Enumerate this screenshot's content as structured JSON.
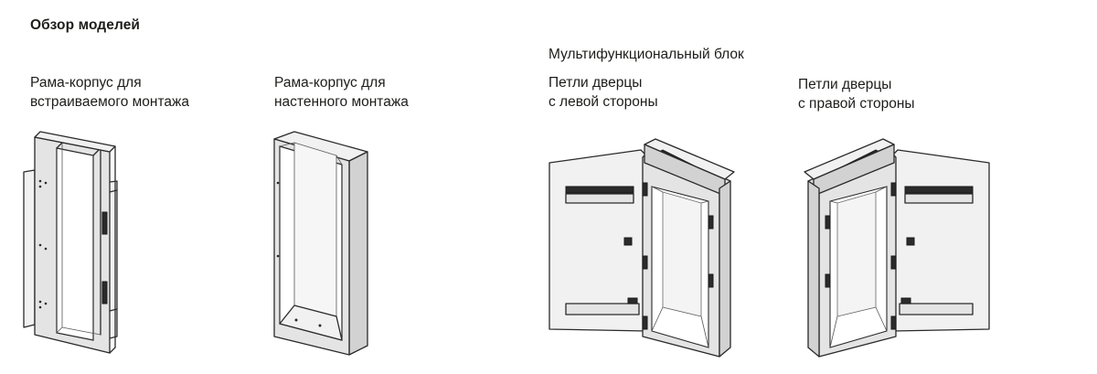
{
  "overview": {
    "title": "Обзор моделей",
    "group_label": "Мультифункциональный блок"
  },
  "models": [
    {
      "line1": "Рама-корпус для",
      "line2": "встраиваемого монтажа"
    },
    {
      "line1": "Рама-корпус для",
      "line2": "настенного монтажа"
    },
    {
      "line1": "Петли дверцы",
      "line2": "с левой стороны"
    },
    {
      "line1": "Петли дверцы",
      "line2": "с правой стороны"
    }
  ]
}
